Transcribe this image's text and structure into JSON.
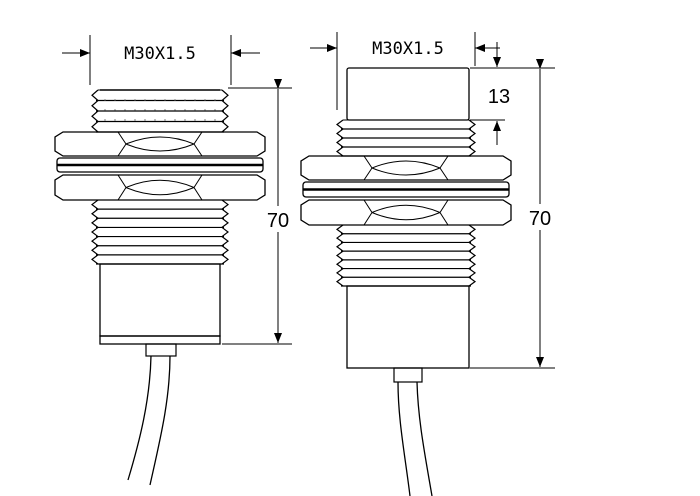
{
  "left_sensor": {
    "thread_label": "M30X1.5",
    "length_label": "70"
  },
  "right_sensor": {
    "thread_label": "M30X1.5",
    "cap_label": "13",
    "length_label": "70"
  }
}
